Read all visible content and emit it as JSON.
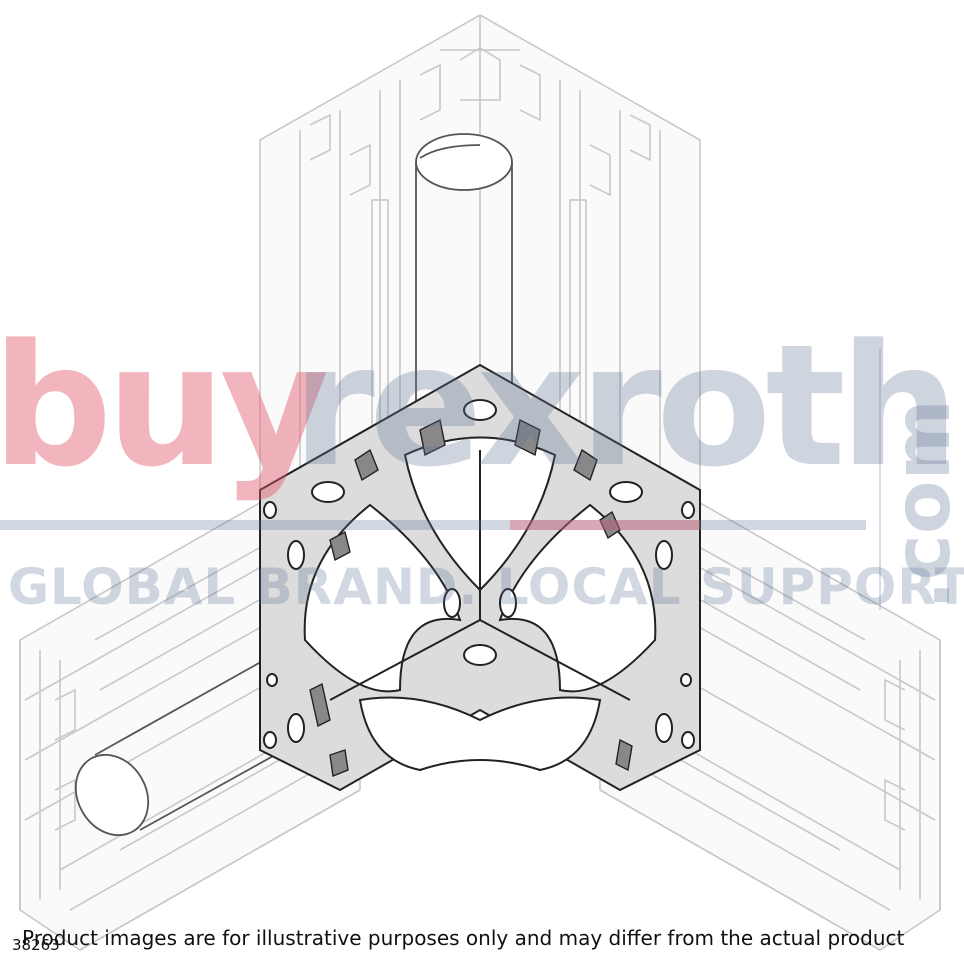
{
  "watermark": {
    "brand_part1": "buy",
    "brand_part2": "rexroth",
    "brand_suffix": ".com",
    "tagline": "GLOBAL BRAND. LOCAL SUPPORT.",
    "colors": {
      "pink": "#e25a6e",
      "slate": "#5f7396"
    }
  },
  "footer": {
    "disclaimer": "Product images are for illustrative purposes only and may differ from the actual product",
    "part_number": "38263"
  },
  "colors": {
    "profile_outline": "#c8c8c8",
    "connector_fill": "#d9d9d9",
    "connector_outline": "#222222"
  }
}
